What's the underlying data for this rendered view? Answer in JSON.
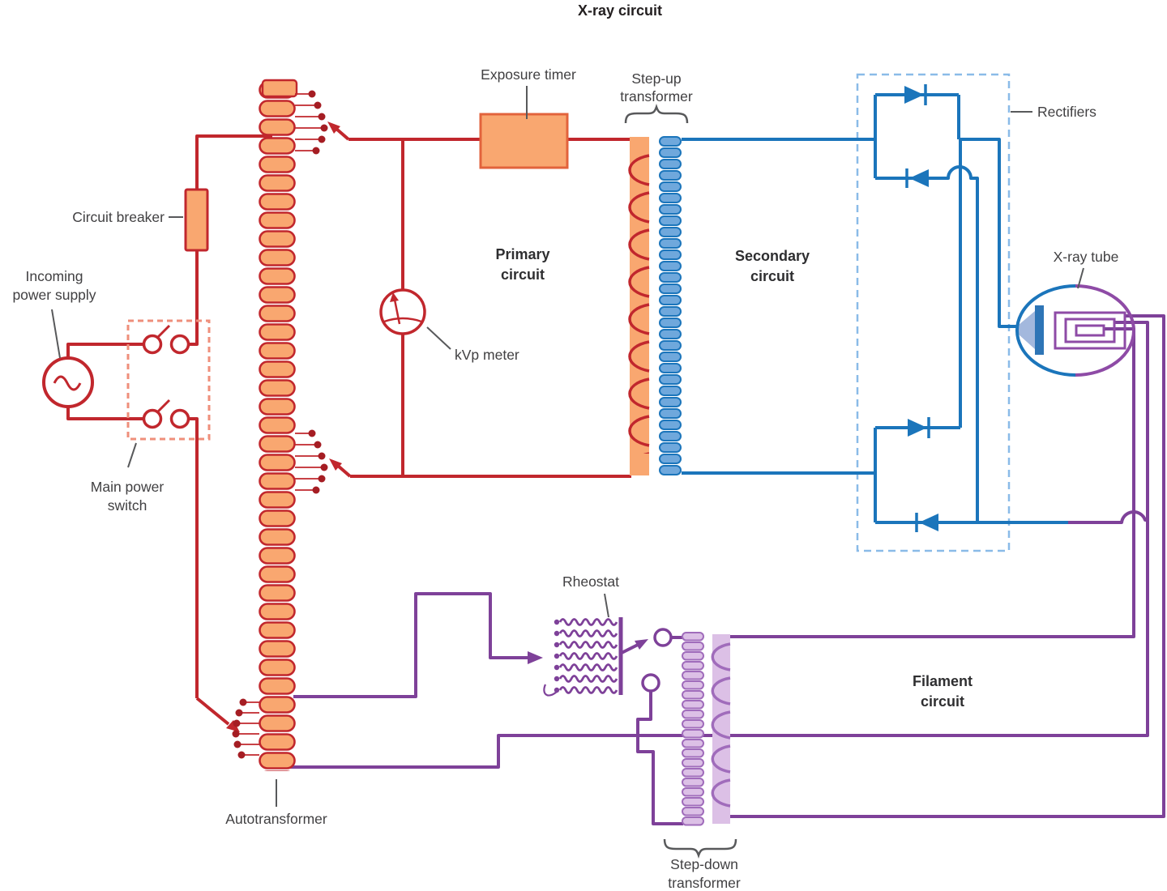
{
  "title": "X-ray circuit",
  "labels": {
    "exposure_timer": "Exposure timer",
    "step_up_1": "Step-up",
    "step_up_2": "transformer",
    "rectifiers": "Rectifiers",
    "circuit_breaker": "Circuit breaker",
    "incoming_1": "Incoming",
    "incoming_2": "power supply",
    "main_power_1": "Main power",
    "main_power_2": "switch",
    "kvp_meter": "kVp meter",
    "primary_1": "Primary",
    "primary_2": "circuit",
    "secondary_1": "Secondary",
    "secondary_2": "circuit",
    "xray_tube": "X-ray tube",
    "rheostat": "Rheostat",
    "filament_1": "Filament",
    "filament_2": "circuit",
    "autotransformer": "Autotransformer",
    "step_down_1": "Step-down",
    "step_down_2": "transformer"
  },
  "colors": {
    "wire_red": "#c1272d",
    "component_orange": "#f9a770",
    "component_border_orange": "#e2633c",
    "wire_blue": "#1b75bb",
    "coil_blue_fill": "#6fa8dc",
    "rectifier_dashed_blue": "#8abbe8",
    "switch_dashed_salmon": "#ef8f7b",
    "wire_purple": "#7e4199",
    "coil_light_purple_fill": "#dcc0e6",
    "coil_purple_stroke": "#a06cbb",
    "tap_dot_red": "#a51d23",
    "label_text_gray": "#414042",
    "pointer_line_gray": "#58595b",
    "electron_beam_blue": "#a3b8dd",
    "anode_blue": "#2e75b6"
  }
}
